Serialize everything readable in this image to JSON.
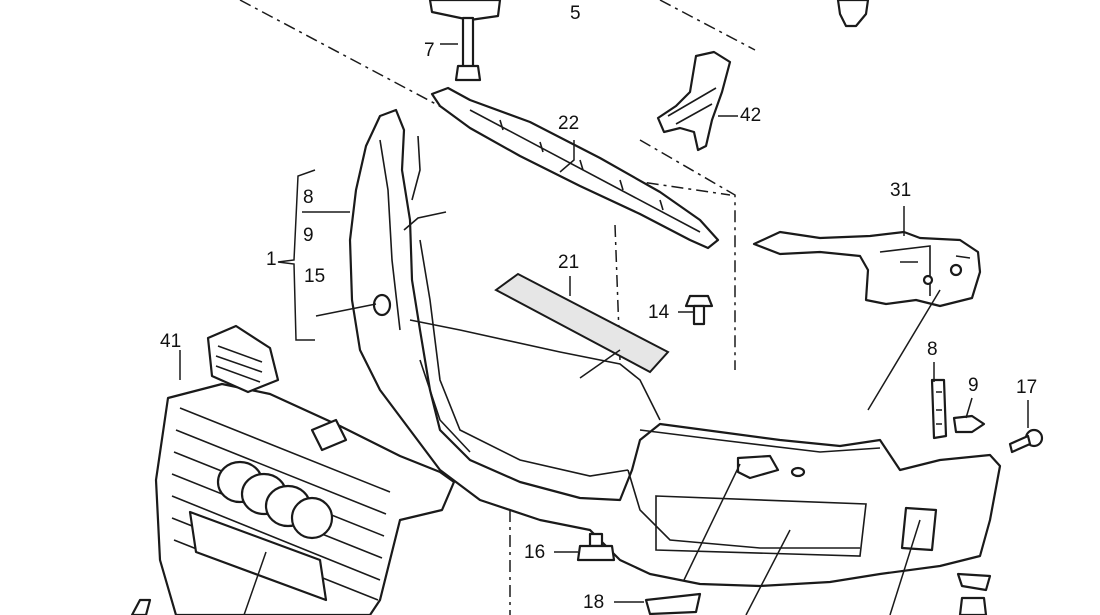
{
  "diagram": {
    "callouts": {
      "c5": "5",
      "c7": "7",
      "c22": "22",
      "c42": "42",
      "c31": "31",
      "c8a": "8",
      "c9a": "9",
      "c1": "1",
      "c15": "15",
      "c21": "21",
      "c14": "14",
      "c41": "41",
      "c8b": "8",
      "c9b": "9",
      "c17": "17",
      "c16": "16",
      "c18": "18"
    }
  }
}
